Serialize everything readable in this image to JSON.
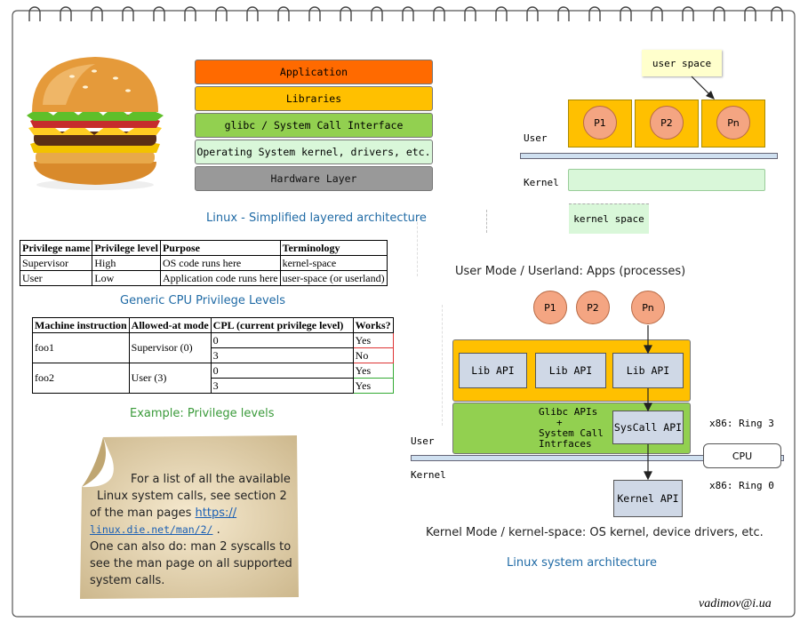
{
  "layers": {
    "items": [
      {
        "label": "Application",
        "color": "#ff6a00"
      },
      {
        "label": "Libraries",
        "color": "#ffc000"
      },
      {
        "label": "glibc / System Call Interface",
        "color": "#92d050"
      },
      {
        "label": "Operating System kernel, drivers, etc.",
        "color": "#d9f7d9"
      },
      {
        "label": "Hardware Layer",
        "color": "#999999"
      }
    ],
    "caption": "Linux -  Simplified layered architecture"
  },
  "userspace_diagram": {
    "user_space_note": "user space",
    "processes": [
      "P1",
      "P2",
      "Pn"
    ],
    "user_label": "User",
    "kernel_label": "Kernel",
    "kernel_space_note": "kernel space"
  },
  "privilege_table": {
    "headers": [
      "Privilege name",
      "Privilege level",
      "Purpose",
      "Terminology"
    ],
    "rows": [
      [
        "Supervisor",
        "High",
        "OS code runs here",
        "kernel-space"
      ],
      [
        "User",
        "Low",
        "Application code runs here",
        "user-space (or userland)"
      ]
    ],
    "caption": "Generic CPU Privilege Levels"
  },
  "example_table": {
    "headers": [
      "Machine instruction",
      "Allowed-at mode",
      "CPL (current privilege level)",
      "Works?"
    ],
    "rows": [
      {
        "instr": "foo1",
        "mode": "Supervisor (0)",
        "cpl": [
          "0",
          "3"
        ],
        "works": [
          "Yes",
          "No"
        ]
      },
      {
        "instr": "foo2",
        "mode": "User (3)",
        "cpl": [
          "0",
          "3"
        ],
        "works": [
          "Yes",
          "Yes"
        ]
      }
    ],
    "caption": "Example: Privilege levels"
  },
  "note": {
    "line1": "For a list of all the available",
    "line2": "Linux system calls, see section 2",
    "line3_prefix": "of the man pages ",
    "link_part1": "https://",
    "link_part2": "linux.die.net/man/2/",
    "link_suffix": " .",
    "line5": "One can also do: man 2 syscalls to",
    "line6": "see the man page on all supported",
    "line7": "system calls."
  },
  "arch": {
    "user_mode_caption": "User Mode / Userland: Apps (processes)",
    "processes": [
      "P1",
      "P2",
      "Pn"
    ],
    "lib_apis": [
      "Lib API",
      "Lib API",
      "Lib API"
    ],
    "glibc_text": [
      "Glibc APIs",
      "+",
      "System Call",
      "Intrfaces"
    ],
    "syscall_api": "SysCall API",
    "ring3": "x86: Ring 3",
    "cpu": "CPU",
    "user_label": "User",
    "kernel_label": "Kernel",
    "ring0": "x86: Ring 0",
    "kernel_api": "Kernel API",
    "kernel_mode_caption": "Kernel Mode / kernel-space: OS kernel, device drivers, etc.",
    "caption": "Linux system architecture"
  },
  "signature": "vadimov@i.ua",
  "colors": {
    "yellow": "#ffc000",
    "green": "#92d050",
    "light_green": "#d9f7d9",
    "process": "#f4a582",
    "api_box": "#cfd8e6",
    "caption_blue": "#1f6aa5",
    "caption_green": "#3a9a3a"
  }
}
